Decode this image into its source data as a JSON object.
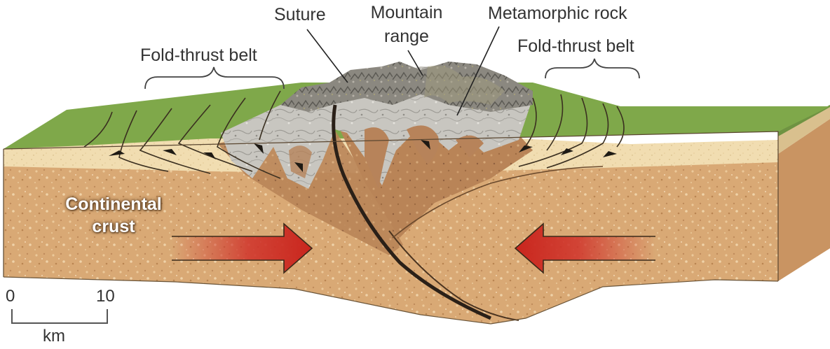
{
  "labels": {
    "fold_thrust_left": "Fold-thrust belt",
    "suture": "Suture",
    "mountain_range_line1": "Mountain",
    "mountain_range_line2": "range",
    "metamorphic_rock": "Metamorphic rock",
    "fold_thrust_right": "Fold-thrust belt",
    "crust_line1": "Continental",
    "crust_line2": "crust"
  },
  "scale_bar": {
    "start": "0",
    "end": "10",
    "unit": "km"
  },
  "arrows": [
    {
      "name": "left-compression-arrow",
      "direction": "right"
    },
    {
      "name": "right-compression-arrow",
      "direction": "left"
    }
  ],
  "colors": {
    "surface_green": "#7fa84a",
    "sediment_tan": "#f0dcae",
    "crust_brown": "#d7a671",
    "deformed_crust": "#b27e54",
    "metamorphic_gray": "#c3c1bb",
    "arrow_red": "#d0322a"
  }
}
